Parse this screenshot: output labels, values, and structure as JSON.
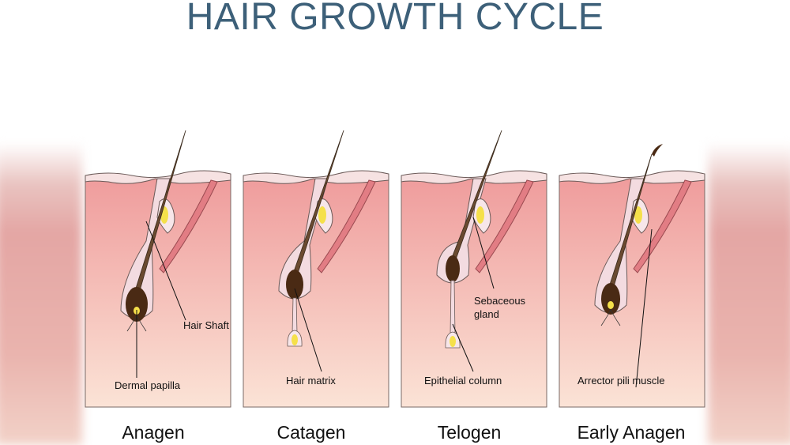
{
  "title": "HAIR GROWTH CYCLE",
  "phases": [
    {
      "name": "Anagen",
      "labels": [
        "Hair Shaft",
        "Dermal papilla"
      ]
    },
    {
      "name": "Catagen",
      "labels": [
        "Hair matrix"
      ]
    },
    {
      "name": "Telogen",
      "labels": [
        "Sebaceous gland",
        "Epithelial column"
      ]
    },
    {
      "name": "Early Anagen",
      "labels": [
        "Arrector pili muscle"
      ]
    }
  ],
  "colors": {
    "title": "#3d6079",
    "dermis_top": "#ef9c9c",
    "dermis_bottom": "#fbe3d6",
    "hair": "#4a2a14",
    "gland": "#f5e04a"
  }
}
